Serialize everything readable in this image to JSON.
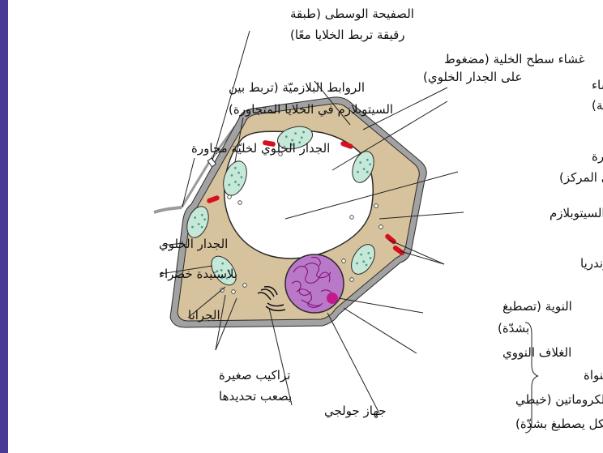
{
  "colors": {
    "left_band": "#4a3a96",
    "cell_wall": "#9a9a9a",
    "cytoplasm": "#d6c29c",
    "outline": "#2b2b2b",
    "chloroplast": "#c6e8d8",
    "chloroplast_dots": "#4f9e86",
    "mitochondria": "#d6101e",
    "nucleus": "#b978c8",
    "nucleolus": "#c21a8e",
    "chromatin": "#7a0a76",
    "leader": "#222222"
  },
  "labels": {
    "middle_lamella_1": "الصفيحة الوسطى (طبقة",
    "middle_lamella_2": "رقيقة تربط الخلايا معًا)",
    "cell_membrane_1": "غشاء سطح الخلية (مضغوط",
    "cell_membrane_2": "على الجدار الخلوي)",
    "plasmodesmata_1": "الروابط البلازميّة (تربط بين",
    "plasmodesmata_2": "السيتوبلازم في الخلايا المتجاورة)",
    "tonoplast_1": "التونوبلاست ( غشاء",
    "tonoplast_2": "يحيط بالفجوة المركزية)",
    "adjacent_wall": "الجدار الخلوي لخليّة مجاورة",
    "vacuole_1": "الفجوة المركزية (كبيرة",
    "vacuole_2": "توجد في المركز)",
    "cytoplasm": "السيتوبلازم",
    "cell_wall": "الجدار الخلوي",
    "mitochondria": "الميتوكوندريا",
    "chloroplast": "بلاستيدة خضراء",
    "nucleolus_1": "النوية (تصطبغ",
    "nucleolus_2": "بشدّة)",
    "granules": "الجرانا",
    "nuclear_envelope": "الغلاف النووي",
    "nucleus": "النواة",
    "small_structures_1": "تراكيب صغيرة",
    "small_structures_2": "يصعب تحديدها",
    "chromatin_1": "الكروماتين (خيطي",
    "chromatin_2": "الشكل يصطبغ بشدّة)",
    "golgi": "جهاز جولجي"
  }
}
